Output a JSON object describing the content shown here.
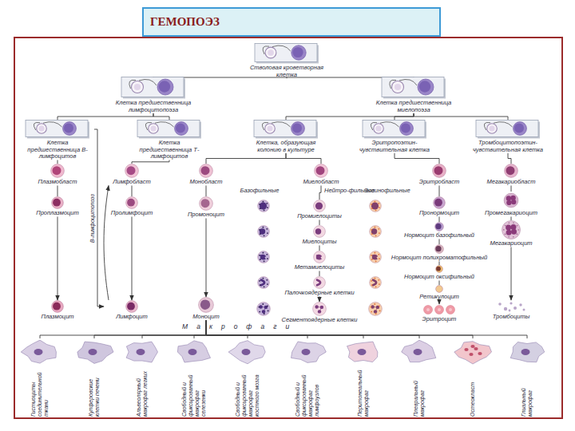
{
  "diagram": {
    "title": "ГЕМОПОЭЗ",
    "nodes": [
      {
        "text": [
          "Стволовая кроветворная клетка"
        ]
      },
      {
        "text": [
          "Клетка предшественница лимфоцитопоэза"
        ]
      },
      {
        "text": [
          "Клетка предшественница миелопоэза"
        ]
      },
      {
        "text": [
          "Клетка предшественница В-лимфоцитов"
        ]
      },
      {
        "text": [
          "Клетка предшественница Т-лимфоцитов"
        ]
      },
      {
        "text": [
          "Клетка, образующая колонию в культуре"
        ]
      },
      {
        "text": [
          "Эритропоэтин-чувствительная клетка"
        ]
      },
      {
        "text": [
          "Тромбоцитопоэтин-чувствительная клетка"
        ]
      },
      {
        "text": [
          "Плазмобласт"
        ]
      },
      {
        "text": [
          "Лимфобласт"
        ]
      },
      {
        "text": [
          "Монобласт"
        ]
      },
      {
        "text": [
          "Миелобласт"
        ]
      },
      {
        "text": [
          "Эритробласт"
        ]
      },
      {
        "text": [
          "Мегакариобласт"
        ]
      },
      {
        "text": [
          "Проплазмоцит"
        ]
      },
      {
        "text": [
          "Пролимфоцит"
        ]
      },
      {
        "text": [
          "Промоноцит"
        ]
      },
      {
        "text": [
          "Промиелоциты"
        ]
      },
      {
        "text": [
          "Пронормоцит"
        ]
      },
      {
        "text": [
          "Промегакариоцит"
        ]
      },
      {
        "text": [
          "Миелоциты"
        ]
      },
      {
        "text": [
          "Нормоцит базофильный"
        ]
      },
      {
        "text": [
          "Мегакариоцит"
        ]
      },
      {
        "text": [
          "Метамиелоциты"
        ]
      },
      {
        "text": [
          "Нормоцит полихроматофильный"
        ]
      },
      {
        "text": [
          "Нормоцит оксифильный"
        ]
      },
      {
        "text": [
          "Палочкоядерные клетки"
        ]
      },
      {
        "text": [
          "Ретикулоцит"
        ]
      },
      {
        "text": [
          "Плазмоцит"
        ]
      },
      {
        "text": [
          "Лимфоцит"
        ]
      },
      {
        "text": [
          "Моноцит"
        ]
      },
      {
        "text": [
          "Сегментоядерные клетки"
        ]
      },
      {
        "text": [
          "Эритроцит"
        ]
      },
      {
        "text": [
          "Тромбоциты"
        ]
      },
      {
        "text": [
          "Гистиоциты соединительной ткани"
        ]
      },
      {
        "text": [
          "Купферовские клетки печени"
        ]
      },
      {
        "text": [
          "Альвеолярный макрофаг легких"
        ]
      },
      {
        "text": [
          "Свободный и фиксированный макрофаг селезенки"
        ]
      },
      {
        "text": [
          "Свободный и фиксированный макрофаг костного мозга"
        ]
      },
      {
        "text": [
          "Свободный и фиксированный макрофаг лимфоузлов"
        ]
      },
      {
        "text": [
          "Перитонеальный макрофаг"
        ]
      },
      {
        "text": [
          "Плевральный макрофаг"
        ]
      },
      {
        "text": [
          "Остеокласт"
        ]
      },
      {
        "text": [
          "Глиальный макрофаг"
        ]
      }
    ],
    "edges": [
      {
        "from": 0,
        "to": 1,
        "arrow": "none"
      },
      {
        "from": 0,
        "to": 2,
        "arrow": "none"
      },
      {
        "from": 1,
        "to": 3,
        "arrow": "none"
      },
      {
        "from": 1,
        "to": 4,
        "arrow": "none"
      },
      {
        "from": 2,
        "to": 5,
        "arrow": "none"
      },
      {
        "from": 2,
        "to": 6,
        "arrow": "none"
      },
      {
        "from": 2,
        "to": 7,
        "arrow": "none"
      },
      {
        "from": 3,
        "to": 8,
        "arrow": "none"
      },
      {
        "from": 4,
        "to": 9,
        "arrow": "none"
      },
      {
        "from": 5,
        "to": 10,
        "arrow": "none"
      },
      {
        "from": 5,
        "to": 11,
        "arrow": "none"
      },
      {
        "from": 6,
        "to": 12,
        "arrow": "none"
      },
      {
        "from": 7,
        "to": 13,
        "arrow": "none"
      },
      {
        "from": 8,
        "to": 14,
        "arrow": "none"
      },
      {
        "from": 14,
        "to": 28,
        "arrow": "to"
      },
      {
        "from": 9,
        "to": 15,
        "arrow": "none"
      },
      {
        "from": 15,
        "to": 29,
        "arrow": "to"
      },
      {
        "from": 10,
        "to": 16,
        "arrow": "none"
      },
      {
        "from": 16,
        "to": 30,
        "arrow": "to"
      },
      {
        "from": 11,
        "to": 17,
        "arrow": "none"
      },
      {
        "from": 17,
        "to": 20,
        "arrow": "none"
      },
      {
        "from": 20,
        "to": 23,
        "arrow": "none"
      },
      {
        "from": 23,
        "to": 26,
        "arrow": "none"
      },
      {
        "from": 26,
        "to": 31,
        "arrow": "to"
      },
      {
        "from": 12,
        "to": 18,
        "arrow": "none"
      },
      {
        "from": 18,
        "to": 21,
        "arrow": "none"
      },
      {
        "from": 21,
        "to": 24,
        "arrow": "none"
      },
      {
        "from": 24,
        "to": 25,
        "arrow": "none"
      },
      {
        "from": 25,
        "to": 27,
        "arrow": "none"
      },
      {
        "from": 27,
        "to": 32,
        "arrow": "to"
      },
      {
        "from": 13,
        "to": 19,
        "arrow": "none"
      },
      {
        "from": 19,
        "to": 22,
        "arrow": "none"
      },
      {
        "from": 22,
        "to": 33,
        "arrow": "to"
      },
      {
        "from": 3,
        "to": 29,
        "label": "В-лимфоцитопоэз",
        "arrow": "to"
      },
      {
        "from": 29,
        "to": 9,
        "arrow": "to"
      },
      {
        "from": 30,
        "to": 34,
        "arrow": "none"
      },
      {
        "from": 30,
        "to": 35,
        "arrow": "none"
      },
      {
        "from": 30,
        "to": 36,
        "arrow": "none"
      },
      {
        "from": 30,
        "to": 37,
        "arrow": "none"
      },
      {
        "from": 30,
        "to": 38,
        "arrow": "none"
      },
      {
        "from": 30,
        "to": 39,
        "arrow": "none"
      },
      {
        "from": 30,
        "to": 40,
        "arrow": "none"
      },
      {
        "from": 30,
        "to": 41,
        "arrow": "none"
      },
      {
        "from": 30,
        "to": 42,
        "arrow": "none"
      },
      {
        "from": 30,
        "to": 43,
        "arrow": "none"
      }
    ],
    "labels": [
      "Базофильные",
      "Нейтро-фильные",
      "Эозинофильные",
      "Макрофаги"
    ]
  }
}
